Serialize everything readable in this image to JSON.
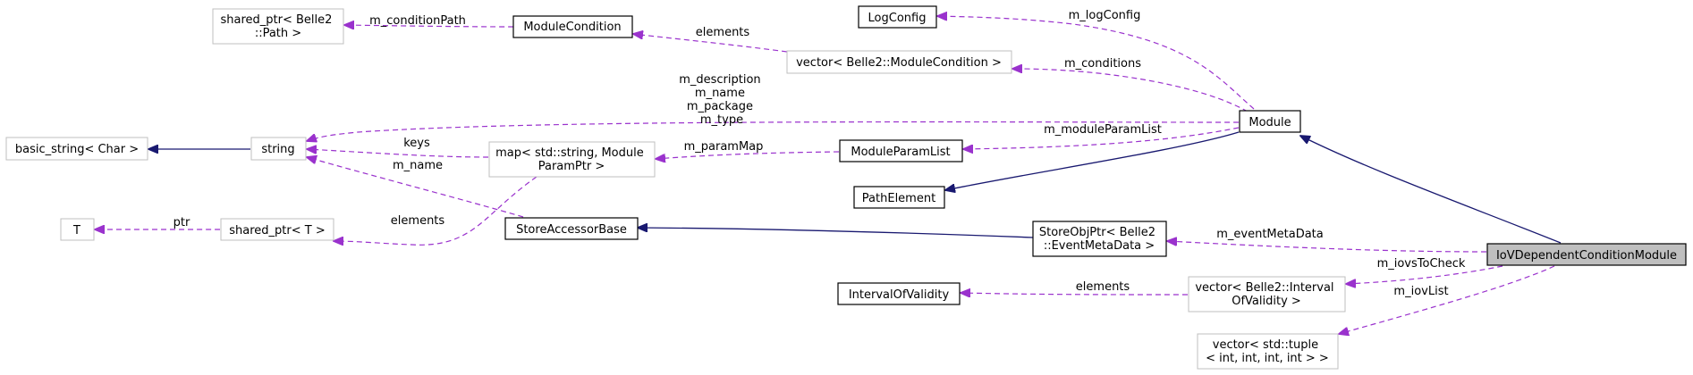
{
  "colors": {
    "composition_edge": "#9a32cd",
    "inheritance_edge": "#191970",
    "focus_node_fill": "#bfbfbf",
    "grey_border": "#bfbfbf"
  },
  "nodes": {
    "shared_ptr_path": [
      "shared_ptr< Belle2",
      "::Path >"
    ],
    "module_condition": [
      "ModuleCondition"
    ],
    "log_config": [
      "LogConfig"
    ],
    "vector_module_condition": [
      "vector< Belle2::ModuleCondition >"
    ],
    "module": [
      "Module"
    ],
    "basic_string": [
      "basic_string< Char >"
    ],
    "string": [
      "string"
    ],
    "map_string_param": [
      "map< std::string, Module",
      "ParamPtr >"
    ],
    "module_param_list": [
      "ModuleParamList"
    ],
    "path_element": [
      "PathElement"
    ],
    "t": [
      "T"
    ],
    "shared_ptr_t": [
      "shared_ptr< T >"
    ],
    "store_accessor_base": [
      "StoreAccessorBase"
    ],
    "store_obj_ptr": [
      "StoreObjPtr< Belle2",
      "::EventMetaData >"
    ],
    "iov_dependent": [
      "IoVDependentConditionModule"
    ],
    "interval_of_validity": [
      "IntervalOfValidity"
    ],
    "vector_interval": [
      "vector< Belle2::Interval",
      "OfValidity >"
    ],
    "vector_tuple": [
      "vector< std::tuple",
      "< int, int, int, int > >"
    ]
  },
  "edge_labels": {
    "m_conditionPath": [
      "m_conditionPath"
    ],
    "elements_condition": [
      "elements"
    ],
    "m_logConfig": [
      "m_logConfig"
    ],
    "m_conditions": [
      "m_conditions"
    ],
    "m_description": [
      "m_description",
      "m_name",
      "m_package",
      "m_type"
    ],
    "m_moduleParamList": [
      "m_moduleParamList"
    ],
    "keys": [
      "keys"
    ],
    "m_paramMap": [
      "m_paramMap"
    ],
    "m_name_store": [
      "m_name"
    ],
    "ptr": [
      "ptr"
    ],
    "elements_map": [
      "elements"
    ],
    "m_eventMetaData": [
      "m_eventMetaData"
    ],
    "m_iovsToCheck": [
      "m_iovsToCheck"
    ],
    "elements_interval": [
      "elements"
    ],
    "m_iovList": [
      "m_iovList"
    ]
  }
}
